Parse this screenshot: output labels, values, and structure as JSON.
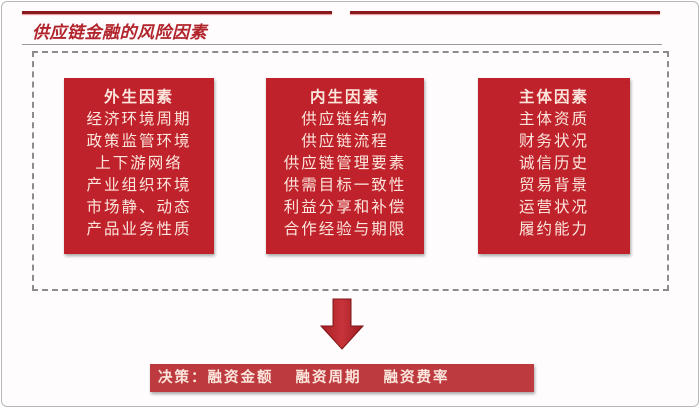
{
  "title": "供应链金融的风险因素",
  "colors": {
    "card_red": "#c0222b",
    "title_red": "#b2242c",
    "rule_dark_red": "#8b1a1e",
    "decision_red": "#bd3a3e",
    "card_text": "#fbe5dc",
    "dash_grey": "#8c8c8c"
  },
  "cards": [
    {
      "heading": "外生因素",
      "items": [
        "经济环境周期",
        "政策监管环境",
        "上下游网络",
        "产业组织环境",
        "市场静、动态",
        "产品业务性质"
      ]
    },
    {
      "heading": "内生因素",
      "items": [
        "供应链结构",
        "供应链流程",
        "供应链管理要素",
        "供需目标一致性",
        "利益分享和补偿",
        "合作经验与期限"
      ]
    },
    {
      "heading": "主体因素",
      "items": [
        "主体资质",
        "财务状况",
        "诚信历史",
        "贸易背景",
        "运营状况",
        "履约能力"
      ]
    }
  ],
  "decision": {
    "label": "决策：",
    "items": [
      "融资金额",
      "融资周期",
      "融资费率"
    ]
  }
}
